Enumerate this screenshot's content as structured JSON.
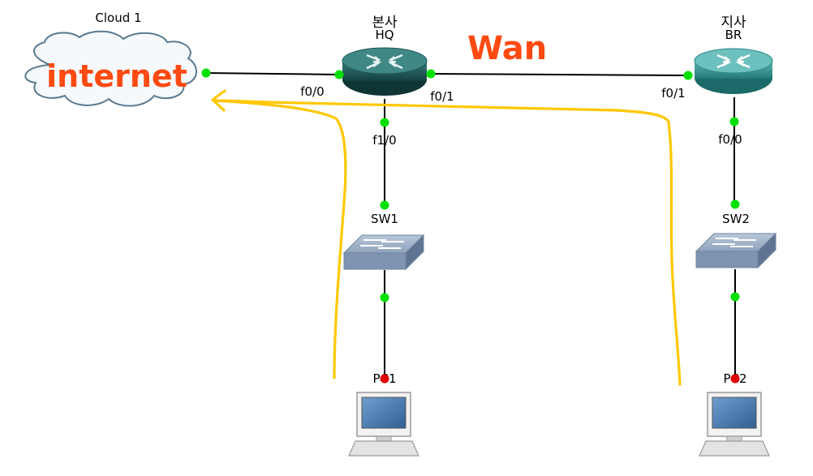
{
  "cloud": {
    "name": "Cloud 1",
    "text": "internet"
  },
  "wan_label": "Wan",
  "routers": {
    "hq": {
      "name_korean": "본사",
      "name": "HQ"
    },
    "br": {
      "name_korean": "지사",
      "name": "BR"
    }
  },
  "switches": {
    "sw1": "SW1",
    "sw2": "SW2"
  },
  "pcs": {
    "pc1": "PC1",
    "pc2": "PC2"
  },
  "interfaces": {
    "hq_f0_0": "f0/0",
    "hq_f0_1": "f0/1",
    "hq_f1_0": "f1/0",
    "br_f0_1": "f0/1",
    "br_f0_0": "f0/0"
  },
  "colors": {
    "link": "#000000",
    "port_up": "#00e000",
    "port_pc": "#e00000",
    "annotation": "#ffc800",
    "handwriting": "#ff4a12",
    "router_hq": "#1f5a5a",
    "router_br": "#2f8a8a",
    "switch": "#8fa3bd",
    "cloud_outline": "#5a7a90"
  }
}
